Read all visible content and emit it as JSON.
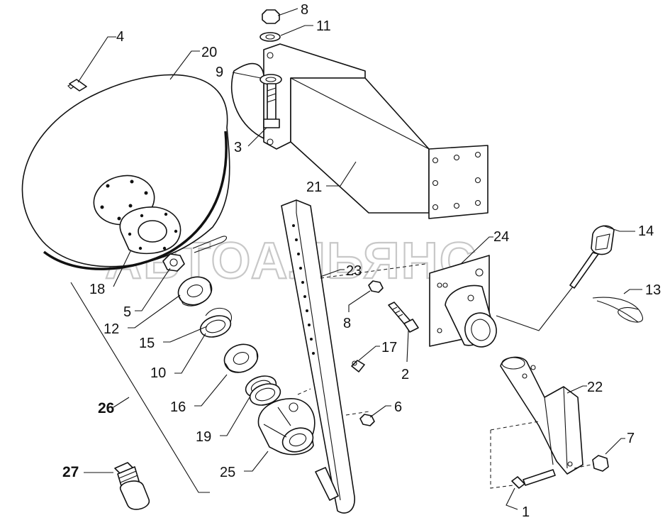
{
  "watermark": "АВТОАЛЬЯНС",
  "labels": {
    "p1": "1",
    "p2": "2",
    "p3": "3",
    "p4": "4",
    "p5": "5",
    "p6": "6",
    "p7": "7",
    "p8a": "8",
    "p8b": "8",
    "p9": "9",
    "p10": "10",
    "p11": "11",
    "p12": "12",
    "p13": "13",
    "p14": "14",
    "p15": "15",
    "p16": "16",
    "p17": "17",
    "p18": "18",
    "p19": "19",
    "p20": "20",
    "p21": "21",
    "p22": "22",
    "p23": "23",
    "p24": "24",
    "p25": "25",
    "p26": "26",
    "p27": "27"
  },
  "icons": {
    "disc": "disc-blade-icon",
    "bracket": "mounting-bracket-icon",
    "arm": "perforated-arm-icon",
    "hub": "hub-icon",
    "pin": "lock-pin-icon",
    "clip": "spring-clip-icon"
  }
}
